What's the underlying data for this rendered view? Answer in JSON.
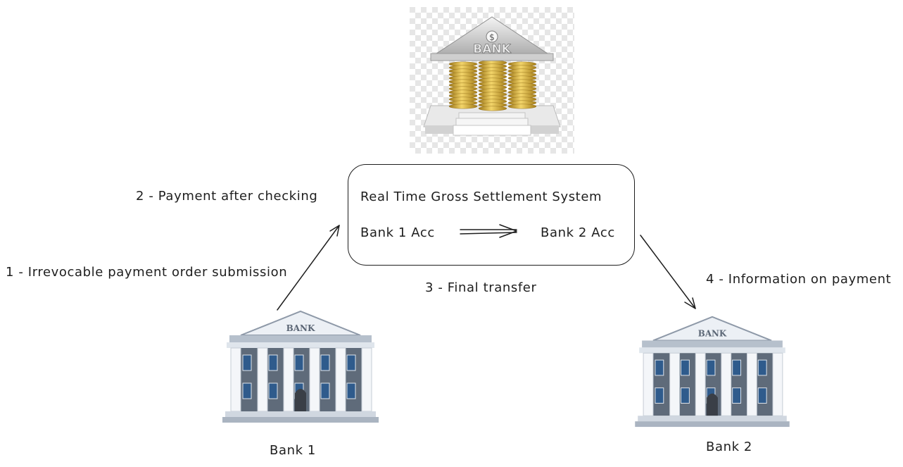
{
  "central_bank": {
    "sign": "BANK",
    "coin_symbol": "$"
  },
  "rtgs": {
    "title": "Real Time Gross Settlement System",
    "from_account": "Bank 1 Acc",
    "to_account": "Bank 2 Acc"
  },
  "steps": {
    "step1": "1 - Irrevocable payment order submission",
    "step2": "2 - Payment after checking",
    "step3": "3 - Final transfer",
    "step4": "4 - Information on payment"
  },
  "banks": [
    {
      "sign": "BANK",
      "label": "Bank 1"
    },
    {
      "sign": "BANK",
      "label": "Bank 2"
    }
  ]
}
